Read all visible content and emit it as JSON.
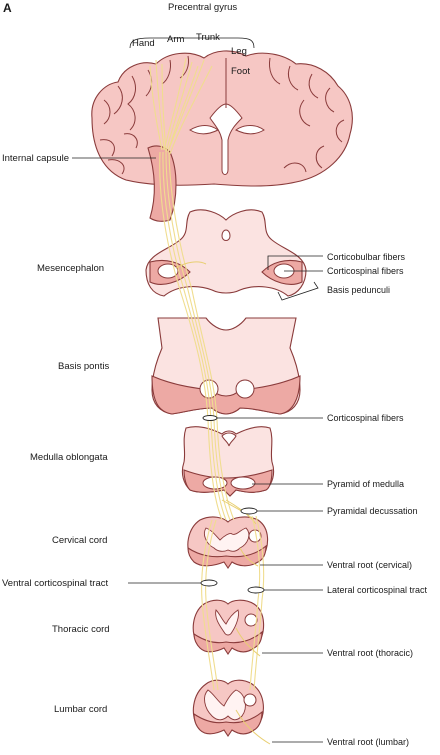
{
  "figure": {
    "panel_letter": "A"
  },
  "cortex": {
    "gyrus_label": "Precentral gyrus",
    "regions": [
      "Hand",
      "Arm",
      "Trunk",
      "Leg",
      "Foot"
    ]
  },
  "left_labels": {
    "internal_capsule": "Internal capsule",
    "mesencephalon": "Mesencephalon",
    "basis_pontis": "Basis pontis",
    "medulla": "Medulla oblongata",
    "cervical": "Cervical cord",
    "ventral_tract": "Ventral corticospinal tract",
    "thoracic": "Thoracic cord",
    "lumbar": "Lumbar cord"
  },
  "right_labels": {
    "corticobulbar": "Corticobulbar fibers",
    "corticospinal_mid": "Corticospinal fibers",
    "basis_pedunculi": "Basis pedunculi",
    "corticospinal_pons": "Corticospinal fibers",
    "pyramid": "Pyramid of medulla",
    "decussation": "Pyramidal decussation",
    "ventral_root_cervical": "Ventral root (cervical)",
    "lateral_tract": "Lateral corticospinal tract",
    "ventral_root_thoracic": "Ventral root (thoracic)",
    "ventral_root_lumbar": "Ventral root (lumbar)"
  }
}
